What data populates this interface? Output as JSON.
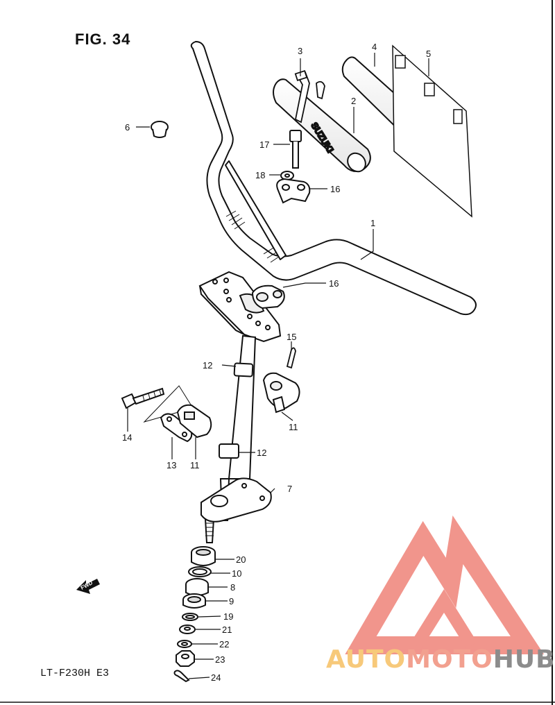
{
  "figure": {
    "title": "FIG. 34",
    "model_code": "LT-F230H E3",
    "brand_on_pad": "SUZUKI"
  },
  "watermark": {
    "part1": "AUTO",
    "part2": "MOTO",
    "part3": "HUB",
    "colors": {
      "triangle": "#f08a80",
      "auto": "#f7c97a",
      "moto": "#f2a08f",
      "hub": "#8c8c8c"
    }
  },
  "callouts": [
    {
      "id": "c1",
      "number": "1"
    },
    {
      "id": "c2",
      "number": "2"
    },
    {
      "id": "c3",
      "number": "3"
    },
    {
      "id": "c4",
      "number": "4"
    },
    {
      "id": "c5",
      "number": "5"
    },
    {
      "id": "c6",
      "number": "6"
    },
    {
      "id": "c7",
      "number": "7"
    },
    {
      "id": "c8",
      "number": "8"
    },
    {
      "id": "c9",
      "number": "9"
    },
    {
      "id": "c10",
      "number": "10"
    },
    {
      "id": "c11a",
      "number": "11"
    },
    {
      "id": "c11b",
      "number": "11"
    },
    {
      "id": "c12a",
      "number": "12"
    },
    {
      "id": "c12b",
      "number": "12"
    },
    {
      "id": "c13",
      "number": "13"
    },
    {
      "id": "c14",
      "number": "14"
    },
    {
      "id": "c15",
      "number": "15"
    },
    {
      "id": "c16a",
      "number": "16"
    },
    {
      "id": "c16b",
      "number": "16"
    },
    {
      "id": "c17",
      "number": "17"
    },
    {
      "id": "c18",
      "number": "18"
    },
    {
      "id": "c19",
      "number": "19"
    },
    {
      "id": "c20",
      "number": "20"
    },
    {
      "id": "c21",
      "number": "21"
    },
    {
      "id": "c22",
      "number": "22"
    },
    {
      "id": "c23",
      "number": "23"
    },
    {
      "id": "c24",
      "number": "24"
    }
  ],
  "fwd_label": "FWD"
}
